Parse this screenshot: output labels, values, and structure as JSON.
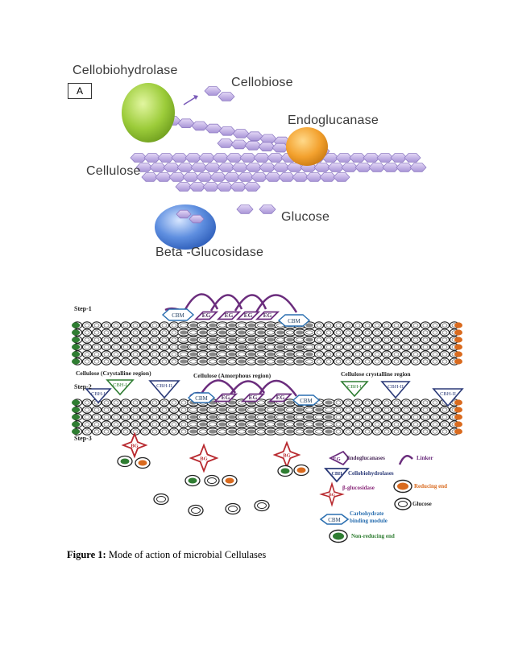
{
  "panel_a": {
    "label": "A",
    "cellobiohydrolase": "Cellobiohydrolase",
    "cellobiose": "Cellobiose",
    "endoglucanase": "Endoglucanase",
    "cellulose": "Cellulose",
    "glucose": "Glucose",
    "beta_glucosidase": "Beta -Glucosidase"
  },
  "panel_b": {
    "step1": "Step-1",
    "step2": "Step-2",
    "step3": "Step-3",
    "cbm": "CBM",
    "eg": "EG",
    "cbh1": "CBH-I",
    "cbh2": "CBH-II",
    "bg": "BG",
    "region_crystalline_left": "Cellulose (Crystalline region)",
    "region_amorphous": "Cellulose (Amorphous region)",
    "region_crystalline_right": "Cellulose crystalline region",
    "legend": {
      "eg": "Endoglucanases",
      "cbh": "Cellobiohydrolases",
      "bg": "β-glucosidase",
      "cbm_line1": "Carbohydrate",
      "cbm_line2": "binding module",
      "non_reducing": "Non-reducing end",
      "linker": "Linker",
      "reducing": "Reducing end",
      "glucose": "Glucose"
    },
    "colors": {
      "purple": "#6b2d7d",
      "navy": "#2b3a78",
      "red": "#b8292f",
      "green": "#2f7d32",
      "orange": "#d96a1e",
      "cbm_blue": "#2a6fb0"
    }
  },
  "caption": {
    "label": "Figure 1:",
    "text": " Mode of action of microbial  Cellulases"
  }
}
